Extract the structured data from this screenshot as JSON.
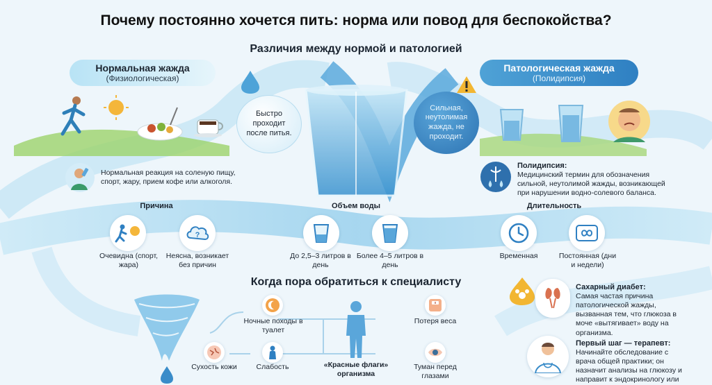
{
  "title": "Почему постоянно хочется пить: норма или повод для беспокойства?",
  "subtitle": "Различия между нормой и патологией",
  "normal": {
    "heading": "Нормальная жажда",
    "subheading": "(Физиологическая)",
    "bubble": "Быстро проходит после питья.",
    "reaction": "Нормальная реакция на соленую пищу, спорт, жару, прием кофе или алкоголя."
  },
  "pathological": {
    "heading": "Патологическая жажда",
    "subheading": "(Полидипсия)",
    "bubble": "Сильная, неутолимая жажда, не проходит.",
    "term_title": "Полидипсия:",
    "term_text": "Медицинский термин для обозначения сильной, неутолимой жажды, возникающей при нарушении водно-солевого баланса."
  },
  "comparison": {
    "cause": {
      "title": "Причина",
      "left": "Очевидна (спорт, жара)",
      "right": "Неясна, возникает без причин"
    },
    "volume": {
      "title": "Объем воды",
      "left": "До 2,5–3 литров в день",
      "right": "Более 4–5 литров в день"
    },
    "duration": {
      "title": "Длительность",
      "left": "Временная",
      "right": "Постоянная (дни и недели)"
    }
  },
  "specialist": {
    "heading": "Когда пора обратиться к специалисту",
    "center": "«Красные флаги» организма",
    "flags": {
      "night": "Ночные походы в туалет",
      "dryness": "Сухость кожи",
      "weakness": "Слабость",
      "weight": "Потеря веса",
      "vision": "Туман перед глазами"
    }
  },
  "info": {
    "diabetes_title": "Сахарный диабет:",
    "diabetes_text": "Самая частая причина патологической жажды, вызванная тем, что глюкоза в моче «вытягивает» воду на организма.",
    "doctor_title": "Первый шаг — терапевт:",
    "doctor_text": "Начинайте обследование с врача общей практики; он назначит анализы на глюкозу и направит к эндокринологу или нефрологу."
  },
  "colors": {
    "accent": "#2f80c2",
    "water": "#8fcbea",
    "deep": "#3a8cc9",
    "warn": "#f2b632",
    "red": "#d9534f"
  }
}
